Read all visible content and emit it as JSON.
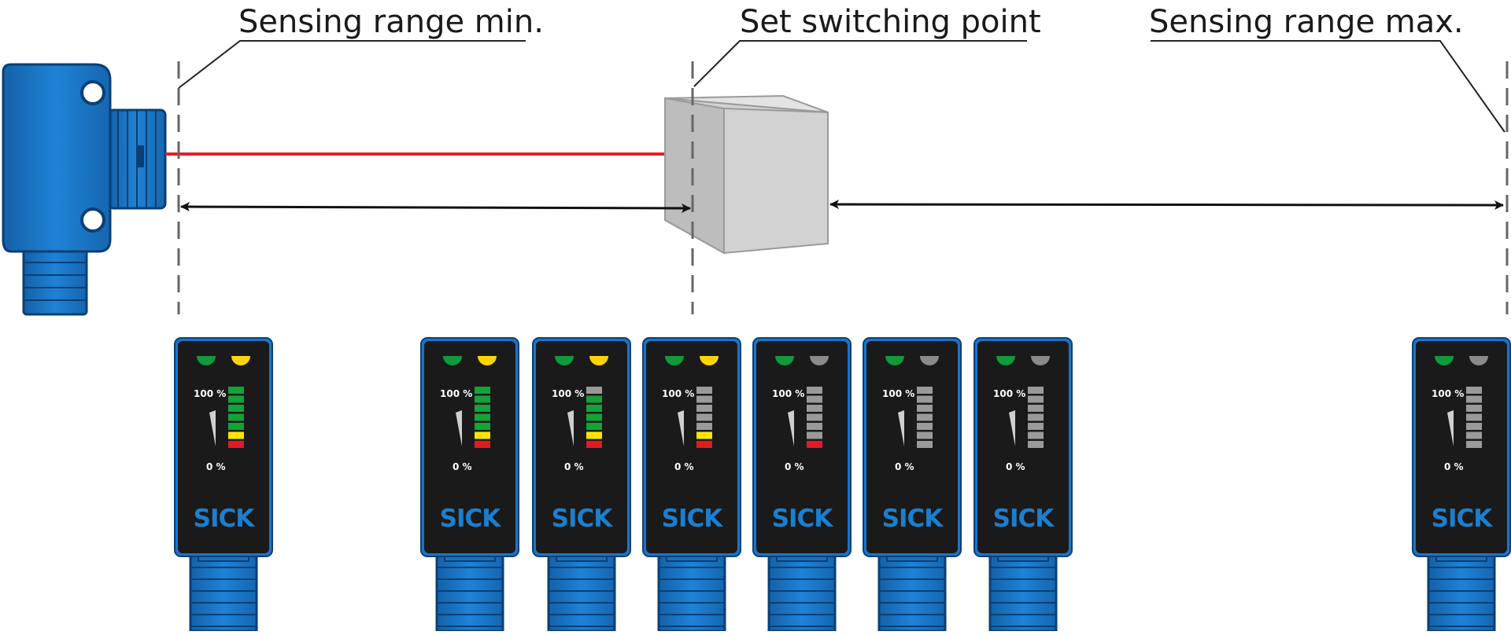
{
  "labels": {
    "range_min": "Sensing range min.",
    "switch_point": "Set switching point",
    "range_max": "Sensing range max."
  },
  "device": {
    "brand": "SICK",
    "scale_top": "100 %",
    "scale_bottom": "0 %"
  },
  "colors": {
    "sensor_blue": "#1a75c9",
    "beam_red": "#e0202c",
    "led_green": "#0f9a3c",
    "led_yellow": "#ffd500",
    "led_off": "#8a8a8a",
    "bar_green": "#13a338",
    "bar_yellow": "#ffe600",
    "bar_red": "#e21a22",
    "bar_off": "#9a9a9a",
    "object_gray": "#cfcfcf"
  },
  "indicators": [
    {
      "id": "min",
      "switch_led": "yellow",
      "bars": [
        "red",
        "yellow",
        "green",
        "green",
        "green",
        "green",
        "green"
      ]
    },
    {
      "id": "d1",
      "switch_led": "yellow",
      "bars": [
        "red",
        "yellow",
        "green",
        "green",
        "green",
        "green",
        "green"
      ]
    },
    {
      "id": "d2",
      "switch_led": "yellow",
      "bars": [
        "red",
        "yellow",
        "green",
        "green",
        "green",
        "green",
        "off"
      ]
    },
    {
      "id": "d3",
      "switch_led": "yellow",
      "bars": [
        "red",
        "yellow",
        "off",
        "off",
        "off",
        "off",
        "off"
      ]
    },
    {
      "id": "d4",
      "switch_led": "off",
      "bars": [
        "red",
        "off",
        "off",
        "off",
        "off",
        "off",
        "off"
      ]
    },
    {
      "id": "d5",
      "switch_led": "off",
      "bars": [
        "off",
        "off",
        "off",
        "off",
        "off",
        "off",
        "off"
      ]
    },
    {
      "id": "d6",
      "switch_led": "off",
      "bars": [
        "off",
        "off",
        "off",
        "off",
        "off",
        "off",
        "off"
      ]
    },
    {
      "id": "max",
      "switch_led": "off",
      "bars": [
        "off",
        "off",
        "off",
        "off",
        "off",
        "off",
        "off"
      ]
    }
  ]
}
